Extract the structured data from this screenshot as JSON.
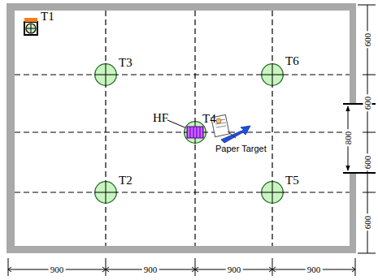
{
  "diagram": {
    "nodes": [
      {
        "text": [
          "T1"
        ]
      },
      {
        "text": [
          "T3"
        ]
      },
      {
        "text": [
          "T6"
        ]
      },
      {
        "text": [
          "T4"
        ]
      },
      {
        "text": [
          "T2"
        ]
      },
      {
        "text": [
          "T5"
        ]
      }
    ],
    "labels": [
      "HF",
      "Paper Target",
      "600",
      "600",
      "600",
      "600",
      "800",
      "900",
      "900",
      "900",
      "900"
    ]
  }
}
